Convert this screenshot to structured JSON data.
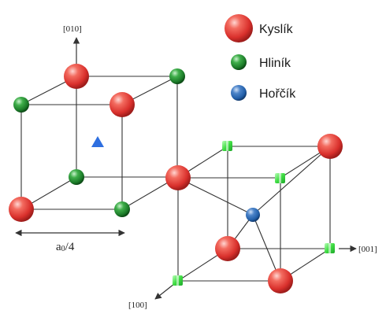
{
  "legend": {
    "oxygen": "Kyslík",
    "aluminum": "Hliník",
    "magnesium": "Hořčík"
  },
  "axes": {
    "y_label": "[010]",
    "x_label": "[100]",
    "z_label": "[001]"
  },
  "dimension_label": "a",
  "dimension_sub": "0",
  "dimension_rest": "/4",
  "colors": {
    "oxygen": "#e8403e",
    "aluminum": "#1f8a2e",
    "magnesium": "#2c68b3",
    "aluminum_small": "#35d23a",
    "tetra_marker": "#2e6fe0",
    "edge": "#333333"
  },
  "icons": {
    "oxygen": "red-sphere",
    "aluminum": "green-sphere",
    "magnesium": "blue-sphere",
    "aluminum_small": "bright-green-cube",
    "tetra_marker": "blue-triangle"
  }
}
